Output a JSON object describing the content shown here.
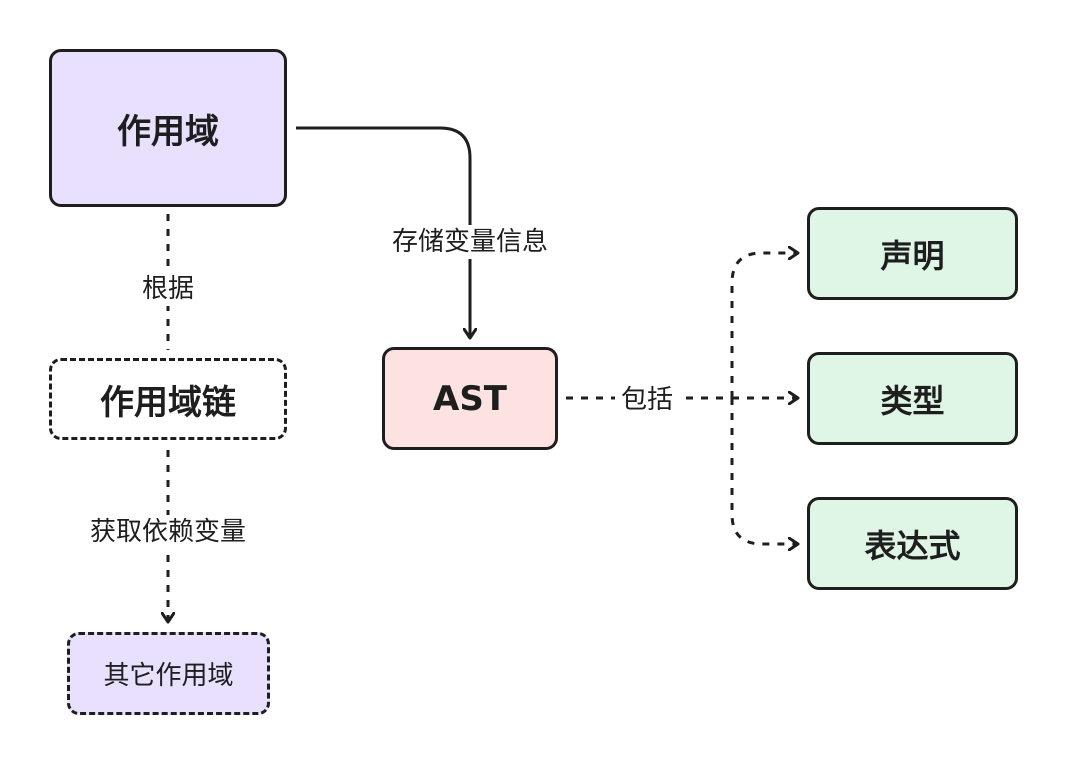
{
  "colors": {
    "stroke": "#1e1e1e",
    "purple_fill": "#e8e0fd",
    "red_fill": "#fde2e2",
    "green_fill": "#dff5e5",
    "white_fill": "#ffffff"
  },
  "nodes": {
    "scope": "作用域",
    "scope_chain": "作用域链",
    "other_scope": "其它作用域",
    "ast": "AST",
    "declaration": "声明",
    "type": "类型",
    "expression": "表达式"
  },
  "edges": {
    "scope_to_ast": "存储变量信息",
    "scope_to_chain": "根据",
    "chain_to_other": "获取依赖变量",
    "ast_includes": "包括"
  }
}
